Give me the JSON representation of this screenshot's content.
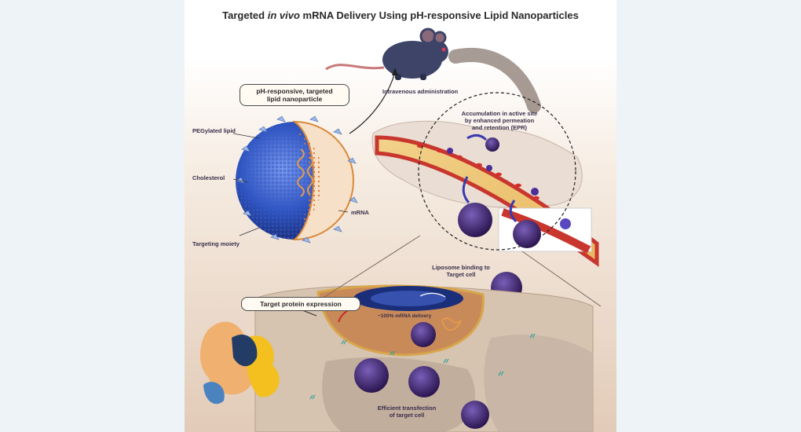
{
  "title": {
    "prefix": "Targeted ",
    "italic": "in vivo",
    "suffix": " mRNA Delivery Using pH-responsive Lipid Nanoparticles"
  },
  "labels": {
    "nanoparticle_line1": "pH-responsive, targeted",
    "nanoparticle_line2": "lipid nanoparticle",
    "pegylated_lipid": "PEGylated lipid",
    "cholesterol": "Cholesterol",
    "mrna": "mRNA",
    "targeting_moiety": "Targeting moiety",
    "intravenous": "Intravenous administration",
    "epr_line1": "Accumulation in active site",
    "epr_line2": "by enhanced permeation",
    "epr_line3": "and retention (EPR)",
    "binding_line1": "Liposome binding to",
    "binding_line2": "Target cell",
    "target_protein": "Target protein expression",
    "delivery": "~100% mRNA delivery",
    "transfection_line1": "Efficient transfection",
    "transfection_line2": "of target cell"
  },
  "colors": {
    "particle_blue": "#2f56c4",
    "particle_dark": "#3a2266",
    "vessel_red": "#c8362e",
    "cell_tan": "#d9b79a",
    "protein_orange": "#f0b070",
    "protein_yellow": "#f3c020",
    "protein_navy": "#233c66"
  }
}
